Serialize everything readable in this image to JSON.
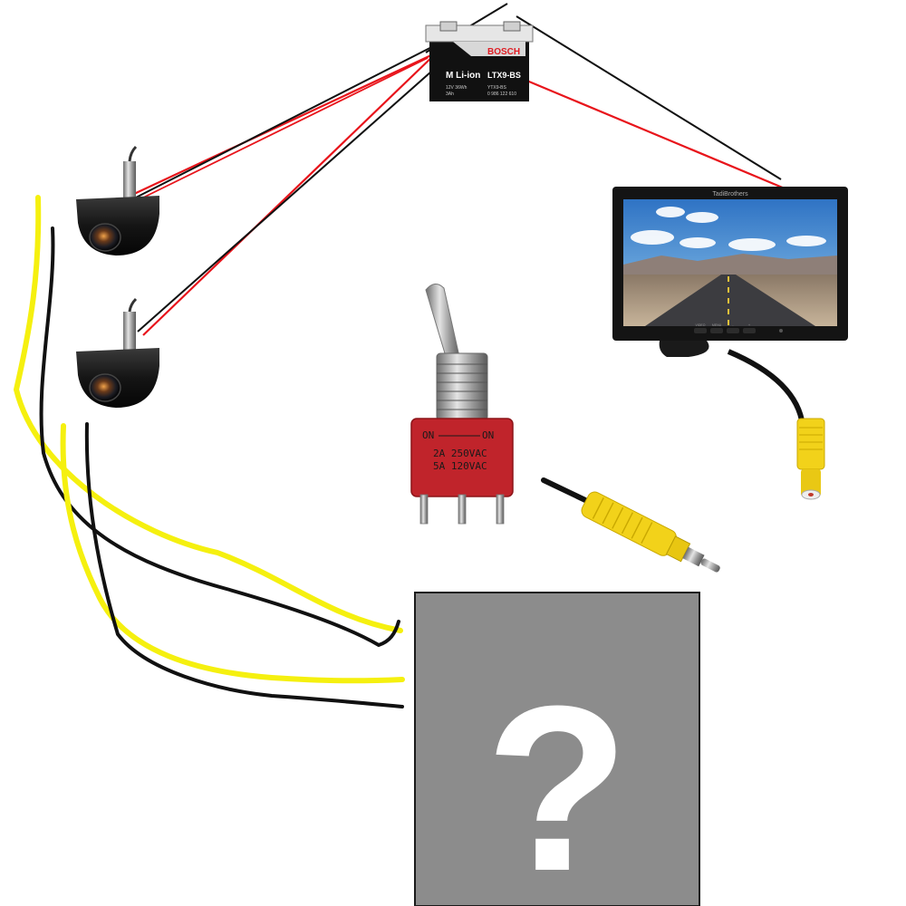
{
  "battery": {
    "brand": "BOSCH",
    "chemistry": "M Li-ion",
    "model": "LTX9-BS",
    "spec_line1": "12V 36Wh",
    "spec_line2": "3Ah",
    "code_line1": "YTX9-BS",
    "code_line2": "0 986 122 610"
  },
  "monitor": {
    "brand": "TadiBrothers",
    "button_labels": [
      "VIDEO",
      "MENU",
      "-",
      "+"
    ]
  },
  "toggle_switch": {
    "left_label": "ON",
    "right_label": "ON",
    "rating_line1": "2A  250VAC",
    "rating_line2": "5A  120VAC"
  },
  "unknown_box": {
    "symbol": "?"
  },
  "colors": {
    "positive_wire": "#e8141b",
    "ground_wire": "#111111",
    "video_wire": "#f5f00f",
    "unknown_box_fill": "#8c8c8c",
    "rca_plug": "#f2d21a"
  }
}
